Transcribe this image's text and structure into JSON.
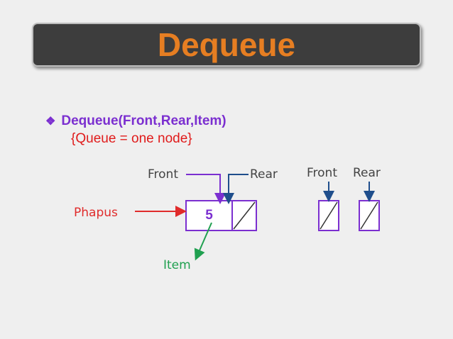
{
  "title": "Dequeue",
  "bullet": {
    "icon": "diamond-bullet-icon",
    "text": "Dequeue(Front,Rear,Item)"
  },
  "subtext": "{Queue = one node}",
  "diagram": {
    "front_label": "Front",
    "rear_label": "Rear",
    "front_label_2": "Front",
    "rear_label_2": "Rear",
    "phapus_label": "Phapus",
    "item_label": "Item",
    "node_value": "5"
  },
  "colors": {
    "title_bg": "#3d3d3d",
    "title_text": "#e67e22",
    "purple": "#7b2fd0",
    "red": "#e01b1b",
    "blue": "#1f4e8c",
    "green": "#20a050"
  }
}
